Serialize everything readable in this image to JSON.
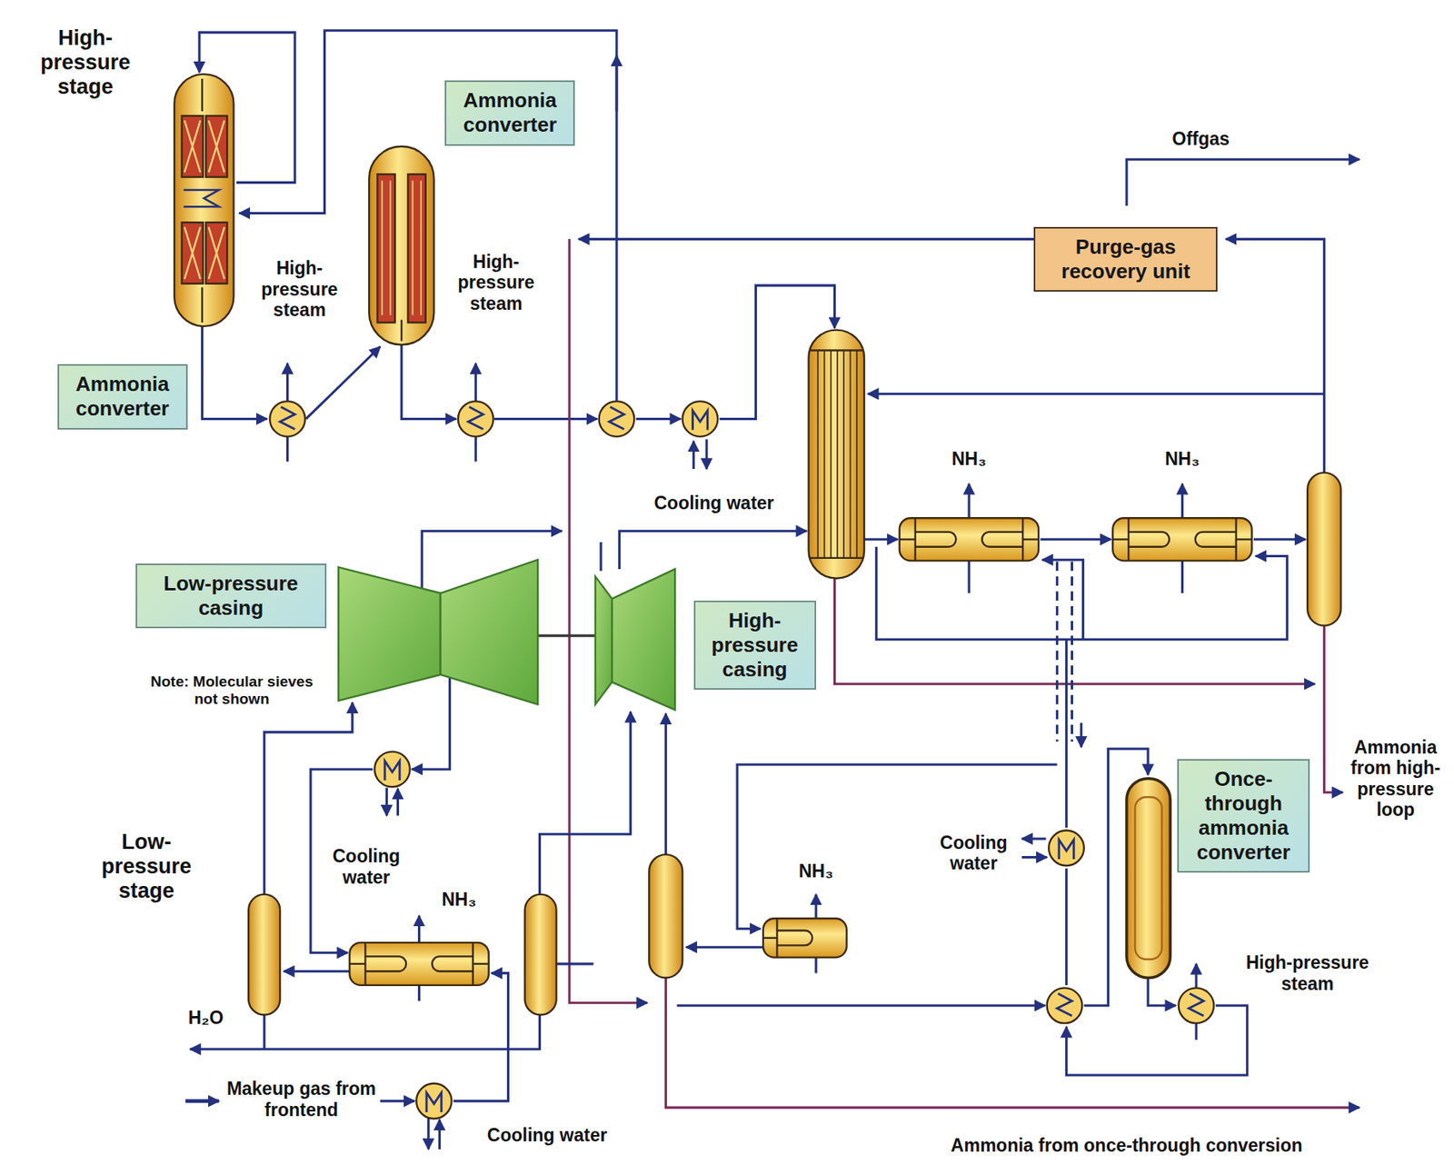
{
  "diagram": {
    "nodes": [
      {
        "text": [
          "Ammonia converter"
        ]
      },
      {
        "text": [
          "Ammonia converter"
        ]
      },
      {
        "text": [
          "Purge-gas recovery unit"
        ]
      },
      {
        "text": [
          "Low-pressure casing"
        ]
      },
      {
        "text": [
          "High-pressure casing"
        ]
      },
      {
        "text": [
          "Once-through ammonia converter"
        ]
      }
    ],
    "labels": [
      "High-pressure stage",
      "High-pressure steam",
      "High-pressure steam",
      "Offgas",
      "Cooling water",
      "NH₃",
      "NH₃",
      "Note: Molecular sieves not shown",
      "Ammonia from high-pressure loop",
      "Cooling water",
      "Low-pressure stage",
      "NH₃",
      "Cooling water",
      "NH₃",
      "High-pressure steam",
      "H₂O",
      "Makeup gas from frontend",
      "Cooling water",
      "Ammonia from once-through conversion"
    ]
  }
}
